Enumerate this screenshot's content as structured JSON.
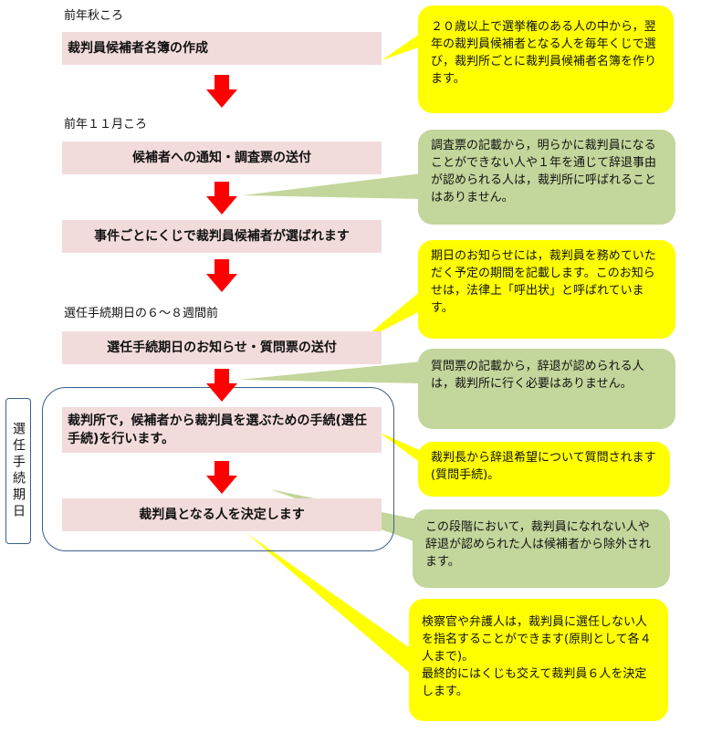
{
  "labels": {
    "autumn": "前年秋ころ",
    "november": "前年１１月ころ",
    "weeks_before": "選任手続期日の６～８週間前"
  },
  "steps": [
    "裁判員候補者名簿の作成",
    "候補者への通知・調査票の送付",
    "事件ごとにくじで裁判員候補者が選ばれます",
    "選任手続期日のお知らせ・質問票の送付",
    "裁判所で，候補者から裁判員を選ぶための手続(選任手続)を行います。",
    "裁判員となる人を決定します"
  ],
  "side_label": "選任手続期日",
  "notes": [
    "２０歳以上で選挙権のある人の中から，翌年の裁判員候補者となる人を毎年くじで選び，裁判所ごとに裁判員候補者名簿を作ります。",
    "調査票の記載から，明らかに裁判員になることができない人や１年を通じて辞退事由が認められる人は，裁判所に呼ばれることはありません。",
    "期日のお知らせには，裁判員を務めていただく予定の期間を記載します。このお知らせは，法律上「呼出状」と呼ばれています。",
    "質問票の記載から，辞退が認められる人は，裁判所に行く必要はありません。",
    "裁判長から辞退希望について質問されます(質問手続)。",
    "この段階において，裁判員になれない人や辞退が認められた人は候補者から除外されます。",
    "検察官や弁護人は，裁判員に選任しない人を指名することができます(原則として各４人まで)。",
    "最終的にはくじも交えて裁判員６人を決定します。"
  ],
  "colors": {
    "box": "#f2dcdb",
    "arrow": "#ff0000",
    "yellow": "#ffff00",
    "green": "#c3d69b",
    "frame": "#3b5f8a"
  }
}
